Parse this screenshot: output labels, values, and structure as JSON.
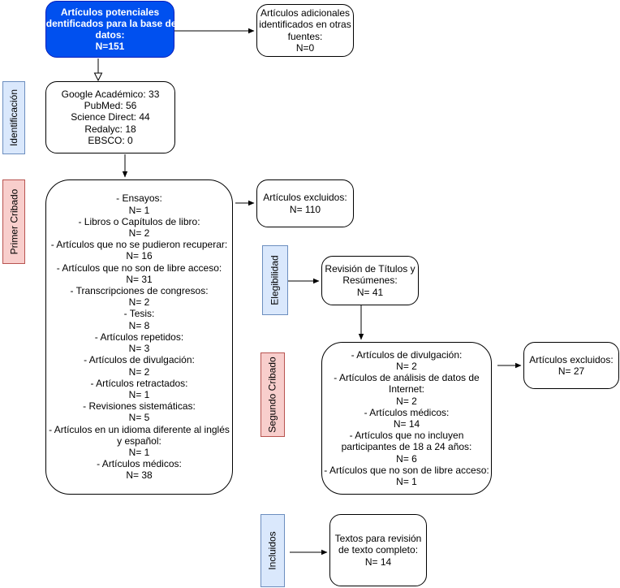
{
  "boxes": {
    "potential": [
      "Artículos potenciales",
      "identificados para la base de",
      "datos:",
      "N=151"
    ],
    "additional": [
      "Artículos adicionales",
      "identificados en otras",
      "fuentes:",
      "N=0"
    ],
    "sources": [
      "Google Académico: 33",
      "PubMed: 56",
      "Science Direct: 44",
      "Redalyc: 18",
      "EBSCO: 0"
    ],
    "first_screen": [
      "- Ensayos:",
      "N= 1",
      "- Libros o Capítulos de libro:",
      "N= 2",
      "- Artículos que no se pudieron recuperar:",
      "N= 16",
      "- Artículos que no son de libre acceso:",
      "N= 31",
      "- Transcripciones de congresos:",
      "N= 2",
      "- Tesis:",
      "N= 8",
      "- Artículos repetidos:",
      "N= 3",
      "- Artículos de divulgación:",
      "N= 2",
      "- Artículos retractados:",
      "N= 1",
      "- Revisiones sistemáticas:",
      "N= 5",
      "- Artículos en un idioma diferente al inglés",
      "y español:",
      "N= 1",
      "- Artículos médicos:",
      "N= 38"
    ],
    "excluded_1": [
      "Artículos excluidos:",
      "N= 110"
    ],
    "titles_review": [
      "Revisión de Títulos y",
      "Resúmenes:",
      "N= 41"
    ],
    "second_screen": [
      "- Artículos de divulgación:",
      "N= 2",
      "- Artículos de análisis de datos de",
      "Internet:",
      "N= 2",
      "- Artículos médicos:",
      "N= 14",
      "- Artículos que no incluyen",
      "participantes de 18 a 24 años:",
      "N= 6",
      "- Artículos que no son de libre acceso:",
      "N= 1"
    ],
    "excluded_2": [
      "Artículos excluidos:",
      "N= 27"
    ],
    "full_text": [
      "Textos para revisión",
      "de texto completo:",
      "N= 14"
    ]
  },
  "stage_labels": {
    "identificacion": "Identificación",
    "primer_cribado": "Primer Cribado",
    "elegibilidad": "Elegibilidad",
    "segundo_cribado": "Segundo Cribado",
    "incluidos": "Incluidos"
  },
  "colors": {
    "primary_fill": "#0050ef",
    "blue_label_fill": "#dae8fc",
    "blue_label_stroke": "#6c8ebf",
    "red_label_fill": "#f8cecc",
    "red_label_stroke": "#b85450"
  }
}
